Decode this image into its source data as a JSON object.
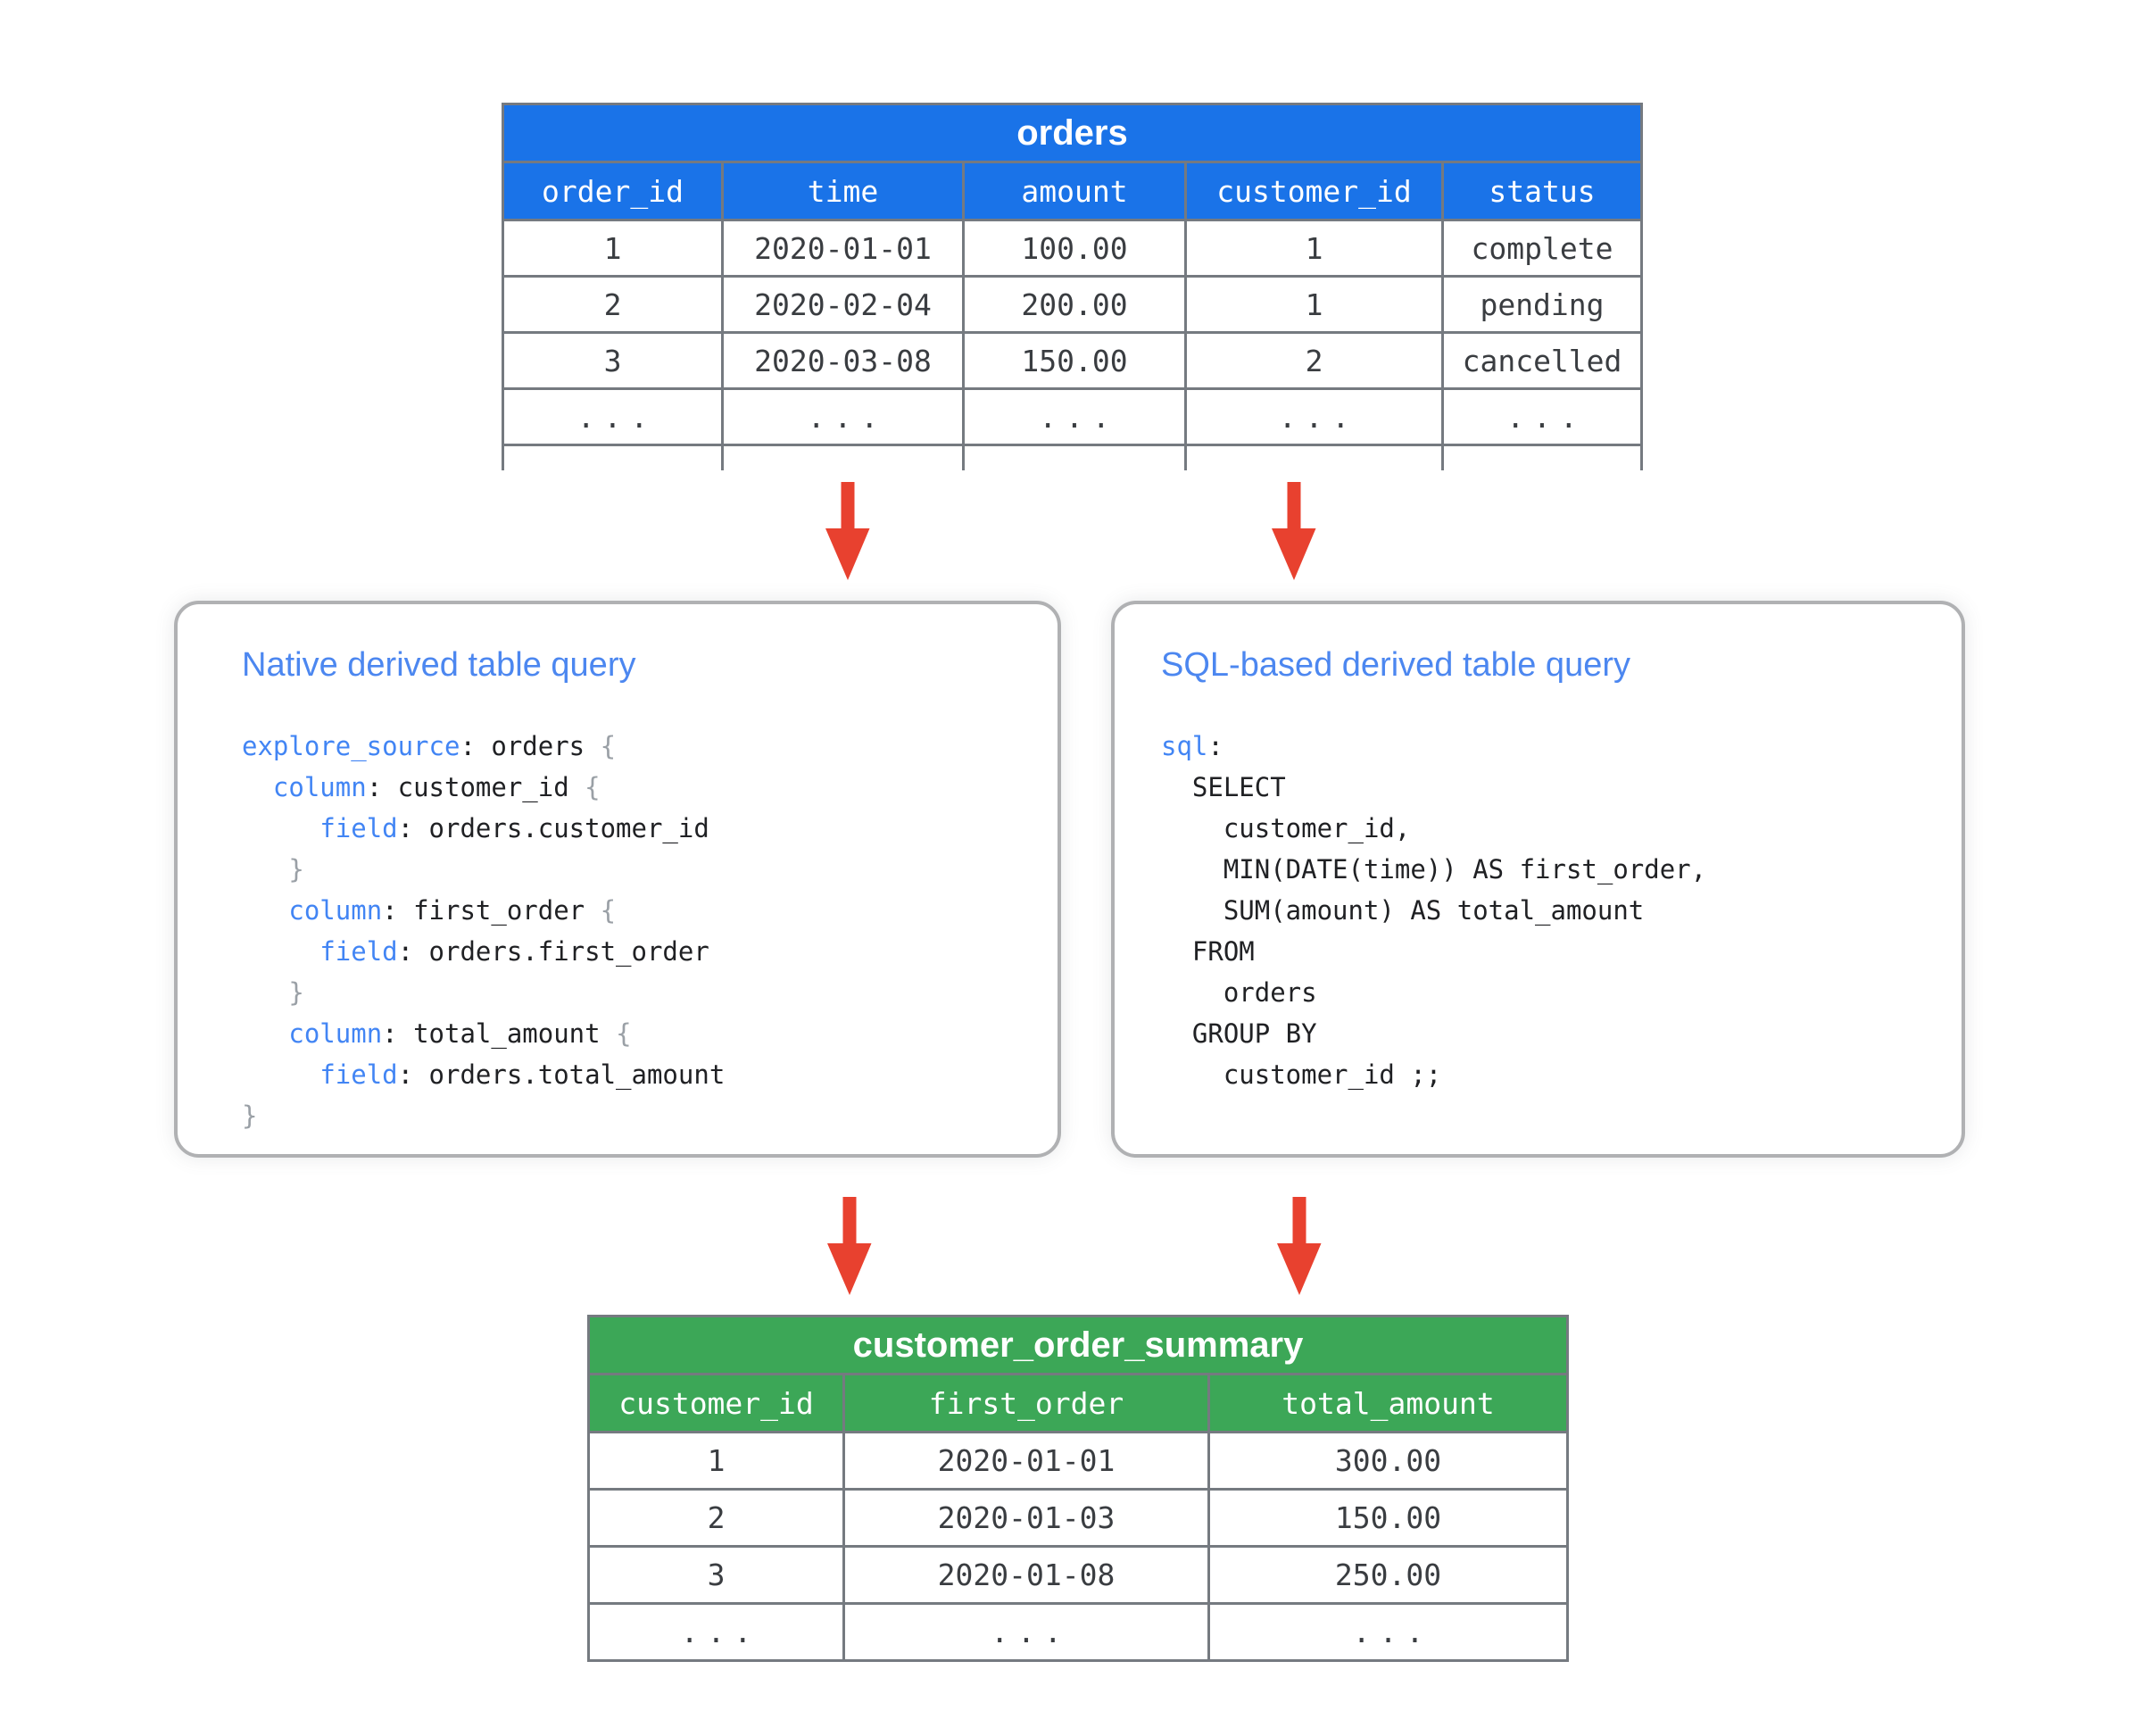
{
  "colors": {
    "header_blue": "#1a73e8",
    "header_green": "#3ca757",
    "arrow_red": "#e8412f",
    "grid_gray": "#757a80",
    "box_border_gray": "#b0b1b3",
    "box_title_blue": "#4c87f0",
    "code_keyword_blue": "#4285f4",
    "code_text": "#202124",
    "code_brace_gray": "#9aa0a6",
    "cell_text": "#3a3d41"
  },
  "orders_table": {
    "title": "orders",
    "columns": [
      "order_id",
      "time",
      "amount",
      "customer_id",
      "status"
    ],
    "rows": [
      [
        "1",
        "2020-01-01",
        "100.00",
        "1",
        "complete"
      ],
      [
        "2",
        "2020-02-04",
        "200.00",
        "1",
        "pending"
      ],
      [
        "3",
        "2020-03-08",
        "150.00",
        "2",
        "cancelled"
      ],
      [
        "...",
        "...",
        "...",
        "...",
        "..."
      ]
    ],
    "truncated_partial_row": true
  },
  "native_box": {
    "title": "Native derived table query",
    "code": [
      [
        {
          "t": "explore_source",
          "c": "kw"
        },
        {
          "t": ": orders ",
          "c": "tx"
        },
        {
          "t": "{",
          "c": "br"
        }
      ],
      [
        {
          "t": "  ",
          "c": "tx"
        },
        {
          "t": "column",
          "c": "kw"
        },
        {
          "t": ": customer_id ",
          "c": "tx"
        },
        {
          "t": "{",
          "c": "br"
        }
      ],
      [
        {
          "t": "     ",
          "c": "tx"
        },
        {
          "t": "field",
          "c": "kw"
        },
        {
          "t": ": orders.customer_id",
          "c": "tx"
        }
      ],
      [
        {
          "t": "   }",
          "c": "br"
        }
      ],
      [
        {
          "t": "   ",
          "c": "tx"
        },
        {
          "t": "column",
          "c": "kw"
        },
        {
          "t": ": first_order ",
          "c": "tx"
        },
        {
          "t": "{",
          "c": "br"
        }
      ],
      [
        {
          "t": "     ",
          "c": "tx"
        },
        {
          "t": "field",
          "c": "kw"
        },
        {
          "t": ": orders.first_order",
          "c": "tx"
        }
      ],
      [
        {
          "t": "   }",
          "c": "br"
        }
      ],
      [
        {
          "t": "   ",
          "c": "tx"
        },
        {
          "t": "column",
          "c": "kw"
        },
        {
          "t": ": total_amount ",
          "c": "tx"
        },
        {
          "t": "{",
          "c": "br"
        }
      ],
      [
        {
          "t": "     ",
          "c": "tx"
        },
        {
          "t": "field",
          "c": "kw"
        },
        {
          "t": ": orders.total_amount",
          "c": "tx"
        }
      ],
      [
        {
          "t": "}",
          "c": "br"
        }
      ]
    ]
  },
  "sql_box": {
    "title": "SQL-based derived table query",
    "code": [
      [
        {
          "t": "sql",
          "c": "kw"
        },
        {
          "t": ":",
          "c": "tx"
        }
      ],
      [
        {
          "t": "  SELECT",
          "c": "tx"
        }
      ],
      [
        {
          "t": "    customer_id,",
          "c": "tx"
        }
      ],
      [
        {
          "t": "    MIN(DATE(time)) AS first_order,",
          "c": "tx"
        }
      ],
      [
        {
          "t": "    SUM(amount) AS total_amount",
          "c": "tx"
        }
      ],
      [
        {
          "t": "  FROM",
          "c": "tx"
        }
      ],
      [
        {
          "t": "    orders",
          "c": "tx"
        }
      ],
      [
        {
          "t": "  GROUP BY",
          "c": "tx"
        }
      ],
      [
        {
          "t": "    customer_id ;;",
          "c": "tx"
        }
      ]
    ]
  },
  "summary_table": {
    "title": "customer_order_summary",
    "columns": [
      "customer_id",
      "first_order",
      "total_amount"
    ],
    "rows": [
      [
        "1",
        "2020-01-01",
        "300.00"
      ],
      [
        "2",
        "2020-01-03",
        "150.00"
      ],
      [
        "3",
        "2020-01-08",
        "250.00"
      ],
      [
        "...",
        "...",
        "..."
      ]
    ]
  }
}
